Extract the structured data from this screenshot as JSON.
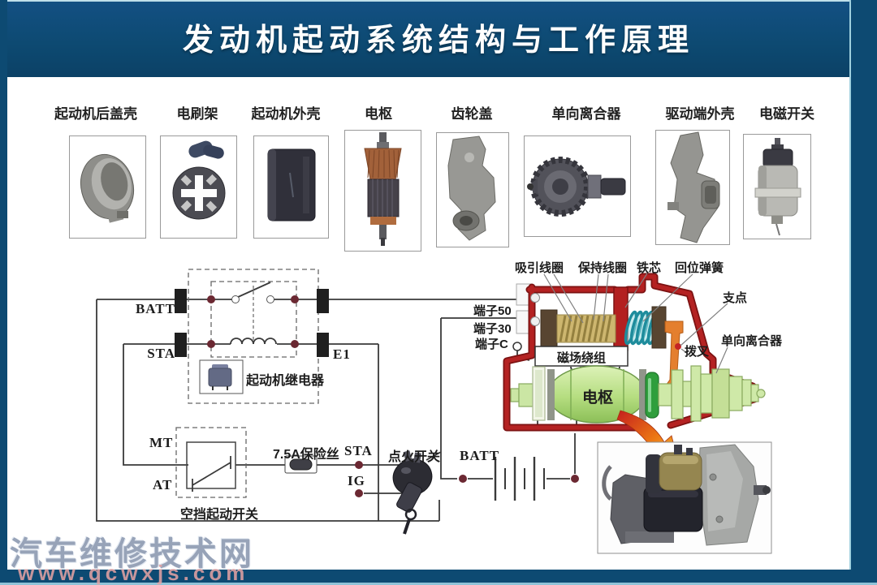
{
  "banner": {
    "title": "发动机起动系统结构与工作原理"
  },
  "photo_row": {
    "items": [
      {
        "label": "起动机后盖壳"
      },
      {
        "label": "电刷架"
      },
      {
        "label": "起动机外壳"
      },
      {
        "label": "电枢"
      },
      {
        "label": "齿轮盖"
      },
      {
        "label": "单向离合器"
      },
      {
        "label": "驱动端外壳"
      },
      {
        "label": "电磁开关"
      }
    ]
  },
  "relay_circuit": {
    "batt": "BATT",
    "sta": "STA",
    "e1": "E1",
    "relay_caption": "起动机继电器"
  },
  "start_circuit": {
    "mt": "MT",
    "at": "AT",
    "neutral_switch": "空挡起动开关",
    "fuse": "7.5A保险丝",
    "sta": "STA",
    "ig": "IG",
    "ignition_switch": "点火开关",
    "batt": "BATT"
  },
  "solenoid": {
    "terminal50": "端子50",
    "terminal30": "端子30",
    "terminalC": "端子C",
    "pull_in_coil": "吸引线圈",
    "hold_in_coil": "保持线圈",
    "iron_core": "铁芯",
    "return_spring": "回位弹簧",
    "fulcrum": "支点",
    "shift_fork": "拨叉",
    "one_way_clutch": "单向离合器",
    "field_winding": "磁场绕组",
    "armature": "电枢"
  },
  "watermark": {
    "site_name": "汽车维修技术网",
    "site_url": "www.qcwxjs.com"
  },
  "colors": {
    "banner_blue": "#0d4a72",
    "wire_red": "#b42222",
    "fork_orange": "#e47f2e",
    "spring_teal": "#1e8c9c",
    "coil_tan": "#cdb66f",
    "armature_green": "#a8d472",
    "node_maroon": "#6b2832"
  }
}
